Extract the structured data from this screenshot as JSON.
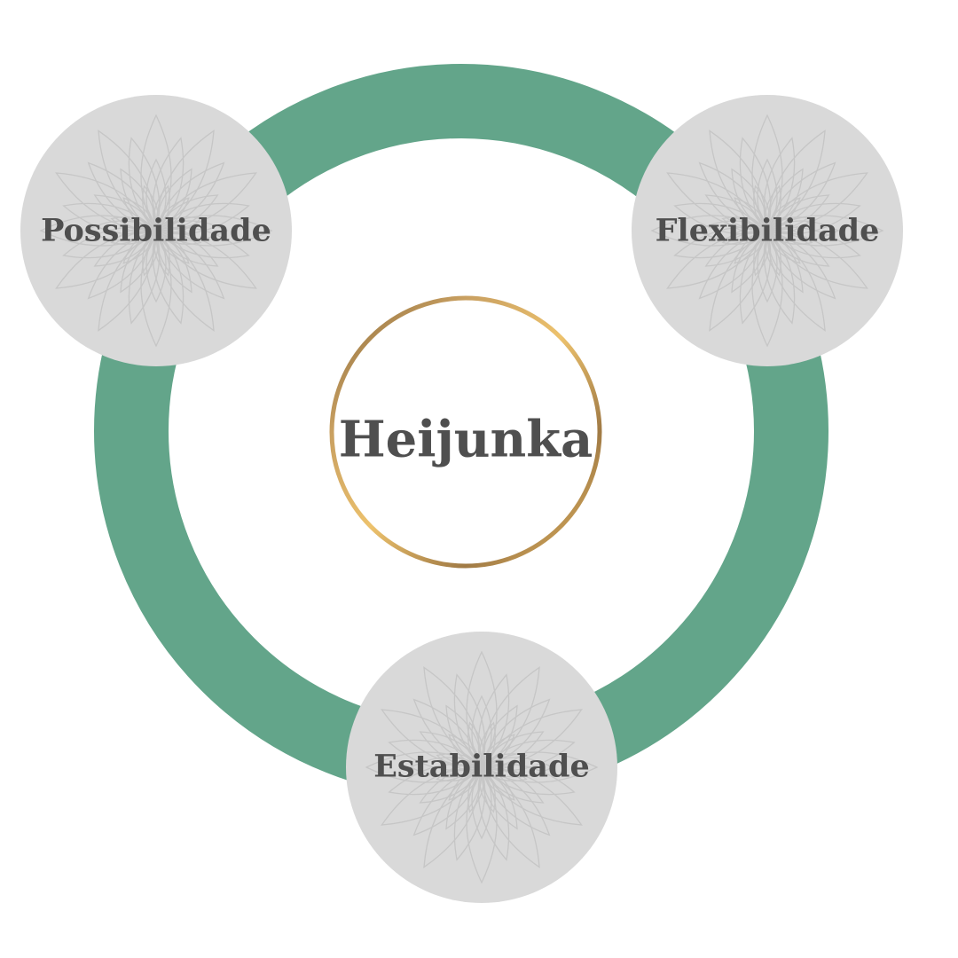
{
  "center": {
    "label": "Heijunka"
  },
  "nodes": [
    {
      "id": "possibilidade",
      "label": "Possibilidade"
    },
    {
      "id": "flexibilidade",
      "label": "Flexibilidade"
    },
    {
      "id": "estabilidade",
      "label": "Estabilidade"
    }
  ],
  "colors": {
    "ring": "#63a58a",
    "node_fill": "#d9d9d9",
    "node_pattern": "#c6c6c6",
    "text": "#4f4f4f",
    "gold_light": "#e9bd6a",
    "gold_dark": "#8a6a3c"
  },
  "icons": {
    "node_pattern": "mandala-icon"
  }
}
